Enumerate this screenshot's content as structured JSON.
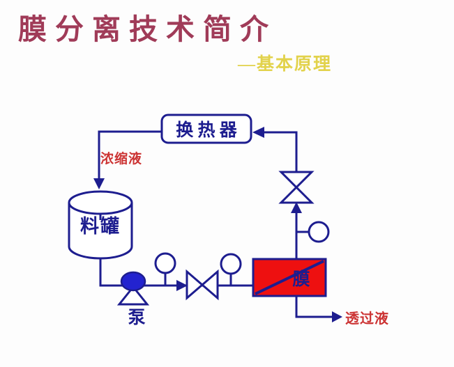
{
  "title": "膜分离技术简介",
  "subtitle": "—基本原理",
  "colors": {
    "title": "#a03b58",
    "subtitle": "#e2d24b",
    "line": "#1d1d8f",
    "label_red": "#cc3333",
    "membrane_fill": "#ee1010",
    "pump_fill": "#2323cf",
    "background": "#fdfdfd"
  },
  "diagram": {
    "heat_exchanger_label": "换 热 器",
    "concentrate_label": "浓缩液",
    "tank_label": "料罐",
    "pump_label": "泵",
    "membrane_label": "膜",
    "permeate_label": "透过液"
  }
}
